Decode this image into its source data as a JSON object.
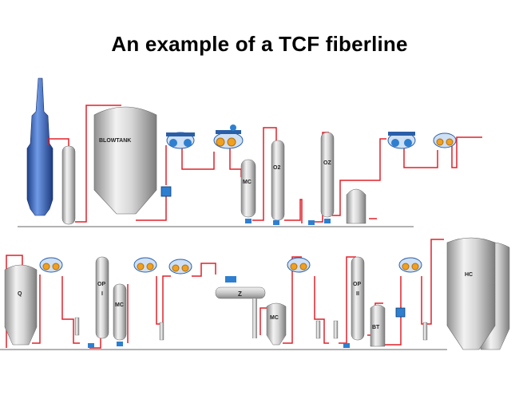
{
  "title": "An example of a TCF fiberline",
  "labels": {
    "blowtank": "BLOWTANK",
    "mc_top": "MC",
    "o2": "O2",
    "oz": "OZ",
    "q": "Q",
    "op1": "OP",
    "op1_sub": "I",
    "mc_b1": "MC",
    "z": "Z",
    "mc_b2": "MC",
    "op2": "OP",
    "op2_sub": "II",
    "bt": "BT",
    "hc": "HC"
  },
  "colors": {
    "pipe": "#e0202a",
    "vessel": "#c9c9c9",
    "digester": "#3a6fc9",
    "pump": "#2e7fd0",
    "washer_rotor": "#f0a020"
  }
}
